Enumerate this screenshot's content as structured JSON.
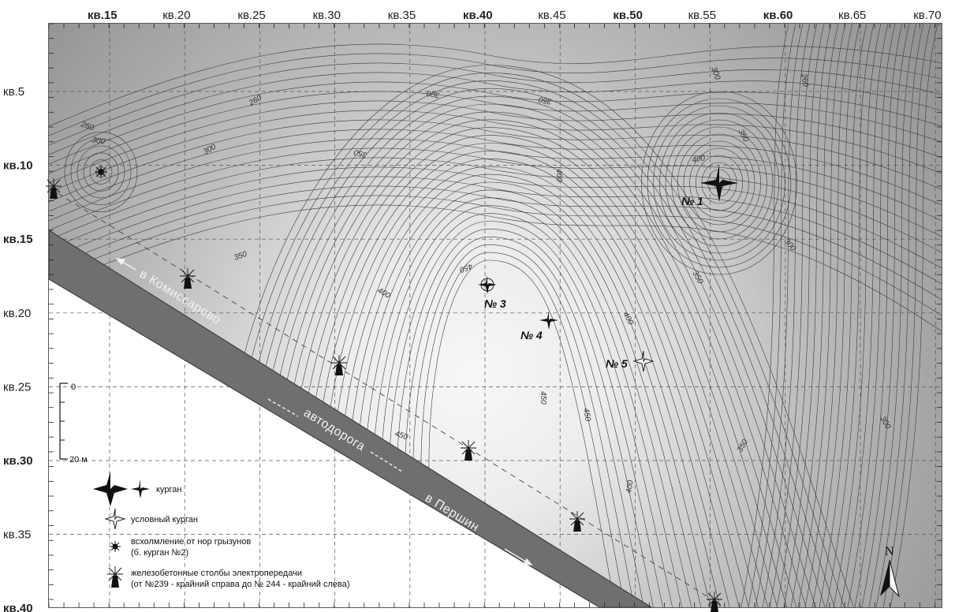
{
  "grid": {
    "columns": [
      {
        "label": "кв.15",
        "bold": true
      },
      {
        "label": "кв.20",
        "bold": false
      },
      {
        "label": "кв.25",
        "bold": false
      },
      {
        "label": "кв.30",
        "bold": false
      },
      {
        "label": "кв.35",
        "bold": false
      },
      {
        "label": "кв.40",
        "bold": true
      },
      {
        "label": "кв.45",
        "bold": false
      },
      {
        "label": "кв.50",
        "bold": true
      },
      {
        "label": "кв.55",
        "bold": false
      },
      {
        "label": "кв.60",
        "bold": true
      },
      {
        "label": "кв.65",
        "bold": false
      },
      {
        "label": "кв.70",
        "bold": false
      }
    ],
    "rows": [
      {
        "label": "кв.5",
        "bold": false
      },
      {
        "label": "кв.10",
        "bold": true
      },
      {
        "label": "кв.15",
        "bold": true
      },
      {
        "label": "кв.20",
        "bold": false
      },
      {
        "label": "кв.25",
        "bold": false
      },
      {
        "label": "кв.30",
        "bold": true
      },
      {
        "label": "кв.35",
        "bold": false
      },
      {
        "label": "кв.40",
        "bold": true
      }
    ]
  },
  "contour_labels": [
    "260",
    "300",
    "350",
    "400",
    "450"
  ],
  "mounds": [
    {
      "label": "№ 1",
      "type": "kurgan"
    },
    {
      "label": "№ 3",
      "type": "kurgan"
    },
    {
      "label": "№ 4",
      "type": "kurgan"
    },
    {
      "label": "№ 5",
      "type": "conditional"
    }
  ],
  "road": {
    "left_text": "в Комиссарово",
    "middle_text": "автодорога",
    "right_text": "в Першин"
  },
  "scale": {
    "zero_label": "0",
    "end_label": "20 м"
  },
  "legend": {
    "kurgan": "курган",
    "conditional": "условный курган",
    "rodent_line1": "всхолмление от нор грызунов",
    "rodent_line2": "(б. курган №2)",
    "poles_line1": "железобетонные столбы электропередачи",
    "poles_line2": "(от №239 - крайний справа до № 244 - крайний слева)"
  },
  "north": "N",
  "colors": {
    "dark_terrain": "#8e8e8e",
    "light_terrain": "#f4f4f4",
    "road": "#6f6f6f",
    "grid": "#555555",
    "contour": "#3a3a3a"
  }
}
